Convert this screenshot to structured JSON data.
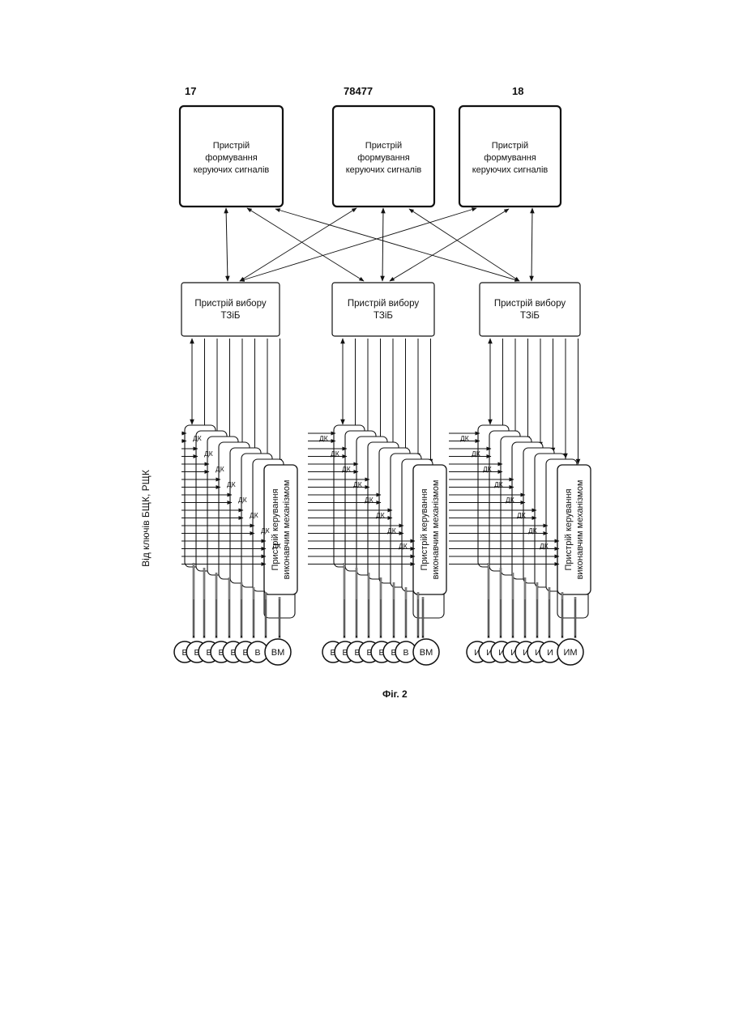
{
  "header": {
    "left_number": "17",
    "center_number": "78477",
    "right_number": "18"
  },
  "figure_caption": "Фіг. 2",
  "side_label": "Від ключів БЩК, РЩК",
  "groups": [
    {
      "signal_device": [
        "Пристрій",
        "формування",
        "керуючих сигналів"
      ],
      "selector_device": [
        "Пристрій вибору",
        "ТЗіБ"
      ],
      "control_device": [
        "Пристрій керування",
        "виконавчим механізмом"
      ],
      "input_labels": [
        "ДК",
        "ДК",
        "ДК",
        "ДК",
        "ДК",
        "ДК",
        "ДК",
        "ДК"
      ],
      "actuators": [
        "В",
        "В",
        "В",
        "В",
        "В",
        "В",
        "В",
        "ВМ"
      ]
    },
    {
      "signal_device": [
        "Пристрій",
        "формування",
        "керуючих сигналів"
      ],
      "selector_device": [
        "Пристрій вибору",
        "ТЗіБ"
      ],
      "control_device": [
        "Пристрій керування",
        "виконавчим механізмом"
      ],
      "input_labels": [
        "ДК",
        "ДК",
        "ДК",
        "ДК",
        "ДК",
        "ДК",
        "ДК",
        "ДК"
      ],
      "actuators": [
        "В",
        "В",
        "В",
        "В",
        "В",
        "В",
        "В",
        "ВМ"
      ]
    },
    {
      "signal_device": [
        "Пристрій",
        "формування",
        "керуючих сигналів"
      ],
      "selector_device": [
        "Пристрій вибору",
        "ТЗіБ"
      ],
      "control_device": [
        "Пристрій керування",
        "виконавчим механізмом"
      ],
      "input_labels": [
        "ДК",
        "ДК",
        "ДК",
        "ДК",
        "ДК",
        "ДК",
        "ДК",
        "ДК"
      ],
      "actuators": [
        "И",
        "И",
        "И",
        "И",
        "И",
        "И",
        "И",
        "ИМ"
      ]
    }
  ]
}
